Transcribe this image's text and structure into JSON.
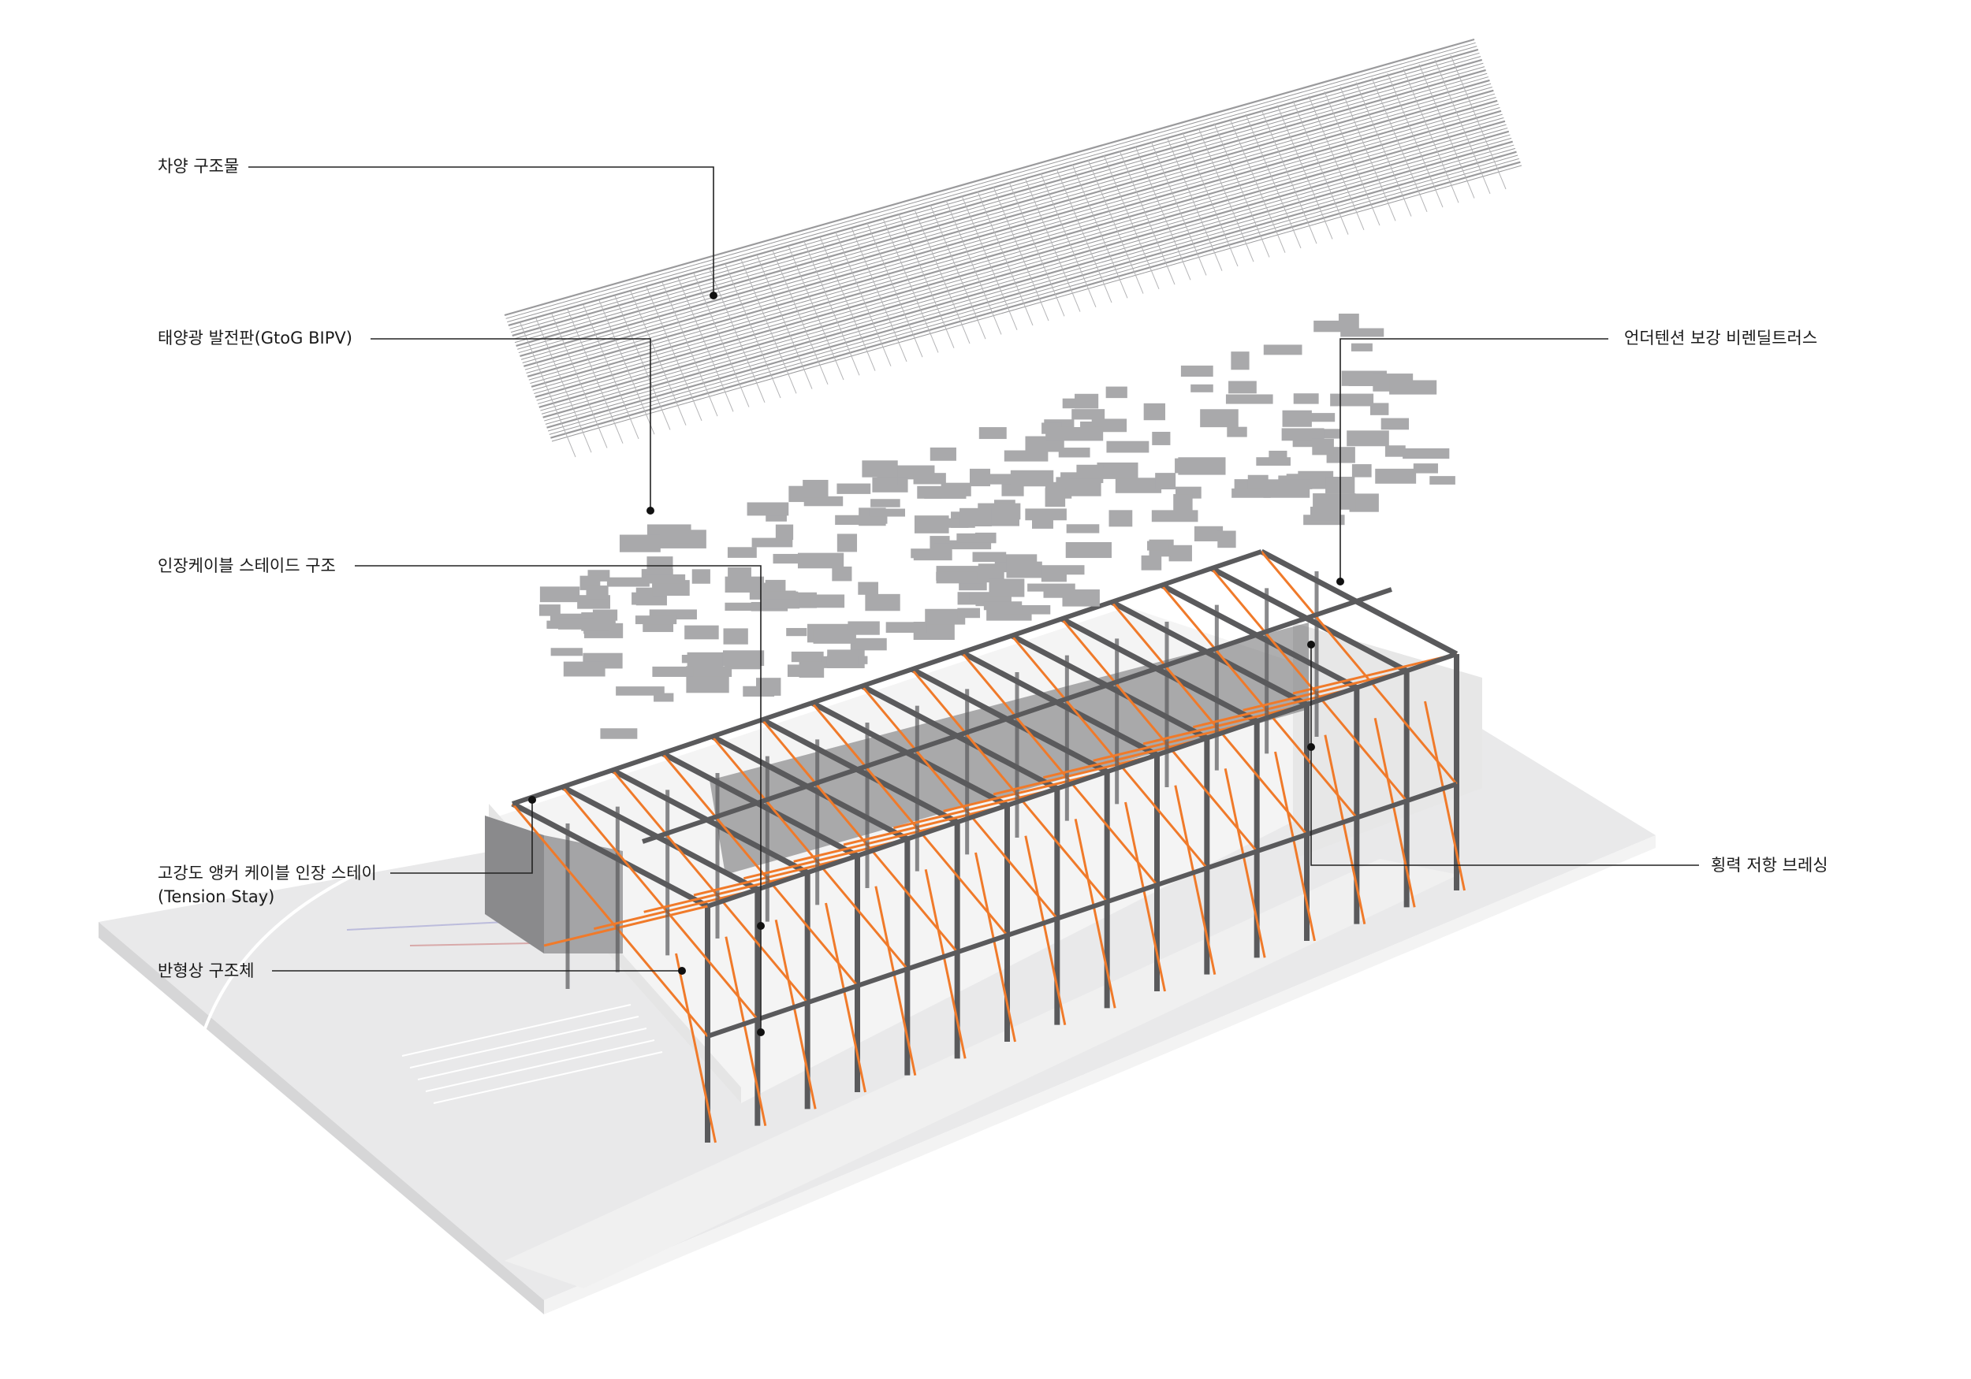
{
  "labels": {
    "sunshade_structure": "차양 구조물",
    "solar_panels": "태양광 발전판(GtoG BIPV)",
    "tension_cable_stay": "인장케이블 스테이드 구조",
    "anchor_cable_line1": "고강도 앵커 케이블 인장 스테이",
    "anchor_cable_line2": "(Tension Stay)",
    "arch_structure": "반형상 구조체",
    "undertension_truss": "언더텐션 보강 비렌딜트러스",
    "lateral_bracing": "횡력 저항 브레싱"
  },
  "colors": {
    "frame": "#5a5a5c",
    "bracing": "#f07a2a",
    "panel": "#a9a9ab",
    "ground": "#ebebeb",
    "leader": "#222222"
  }
}
